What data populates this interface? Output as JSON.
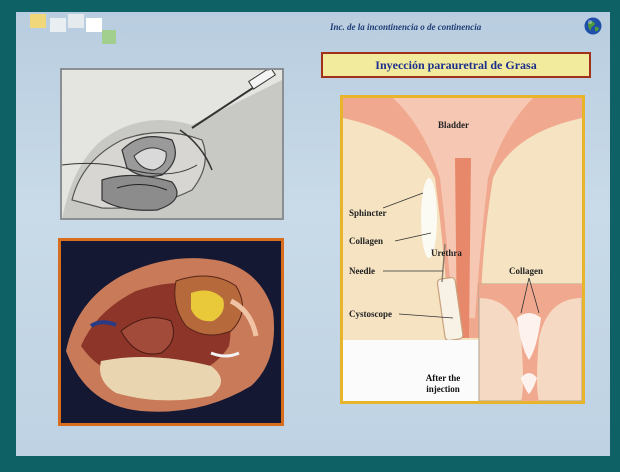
{
  "slide": {
    "header_text": "Inc. de la incontinencia o de continencia",
    "title": "Inyección parauretral de Grasa",
    "colors": {
      "frame": "#0e6164",
      "background": "#c3d6e6",
      "title_fill": "#f2ea9c",
      "title_border": "#a0321c",
      "title_text": "#1c2f8c",
      "photo_border": "#d76d1d",
      "diagram_border": "#e6b52b"
    },
    "icons": {
      "corner": "color-squares-decoration",
      "top_right": "globe-icon"
    }
  },
  "diagram": {
    "labels": {
      "bladder": "Bladder",
      "sphincter": "Sphincter",
      "collagen_left": "Collagen",
      "urethra": "Urethra",
      "needle": "Needle",
      "cystoscope": "Cystoscope",
      "collagen_right": "Collagen"
    },
    "after_injection": "After the injection"
  }
}
